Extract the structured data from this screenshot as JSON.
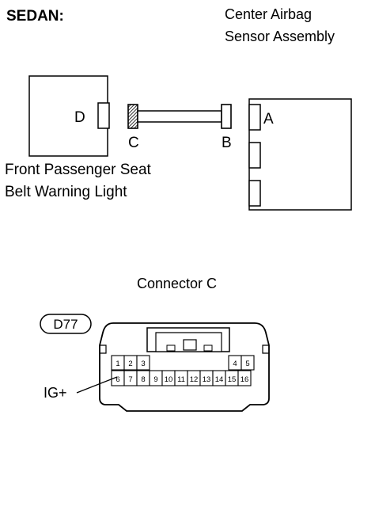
{
  "header": {
    "variant": "SEDAN:",
    "center_sensor_line1": "Center Airbag",
    "center_sensor_line2": "Sensor Assembly"
  },
  "components": {
    "left_connector_letter": "D",
    "left_component_line1": "Front Passenger Seat",
    "left_component_line2": "Belt Warning Light",
    "harness_end_c": "C",
    "harness_end_b": "B",
    "right_connector_letter": "A"
  },
  "connector_view": {
    "title": "Connector C",
    "code": "D77",
    "terminal_label": "IG+",
    "top_pins": [
      "1",
      "2",
      "3",
      "4",
      "5"
    ],
    "bottom_pins": [
      "6",
      "7",
      "8",
      "9",
      "10",
      "11",
      "12",
      "13",
      "14",
      "15",
      "16"
    ]
  }
}
